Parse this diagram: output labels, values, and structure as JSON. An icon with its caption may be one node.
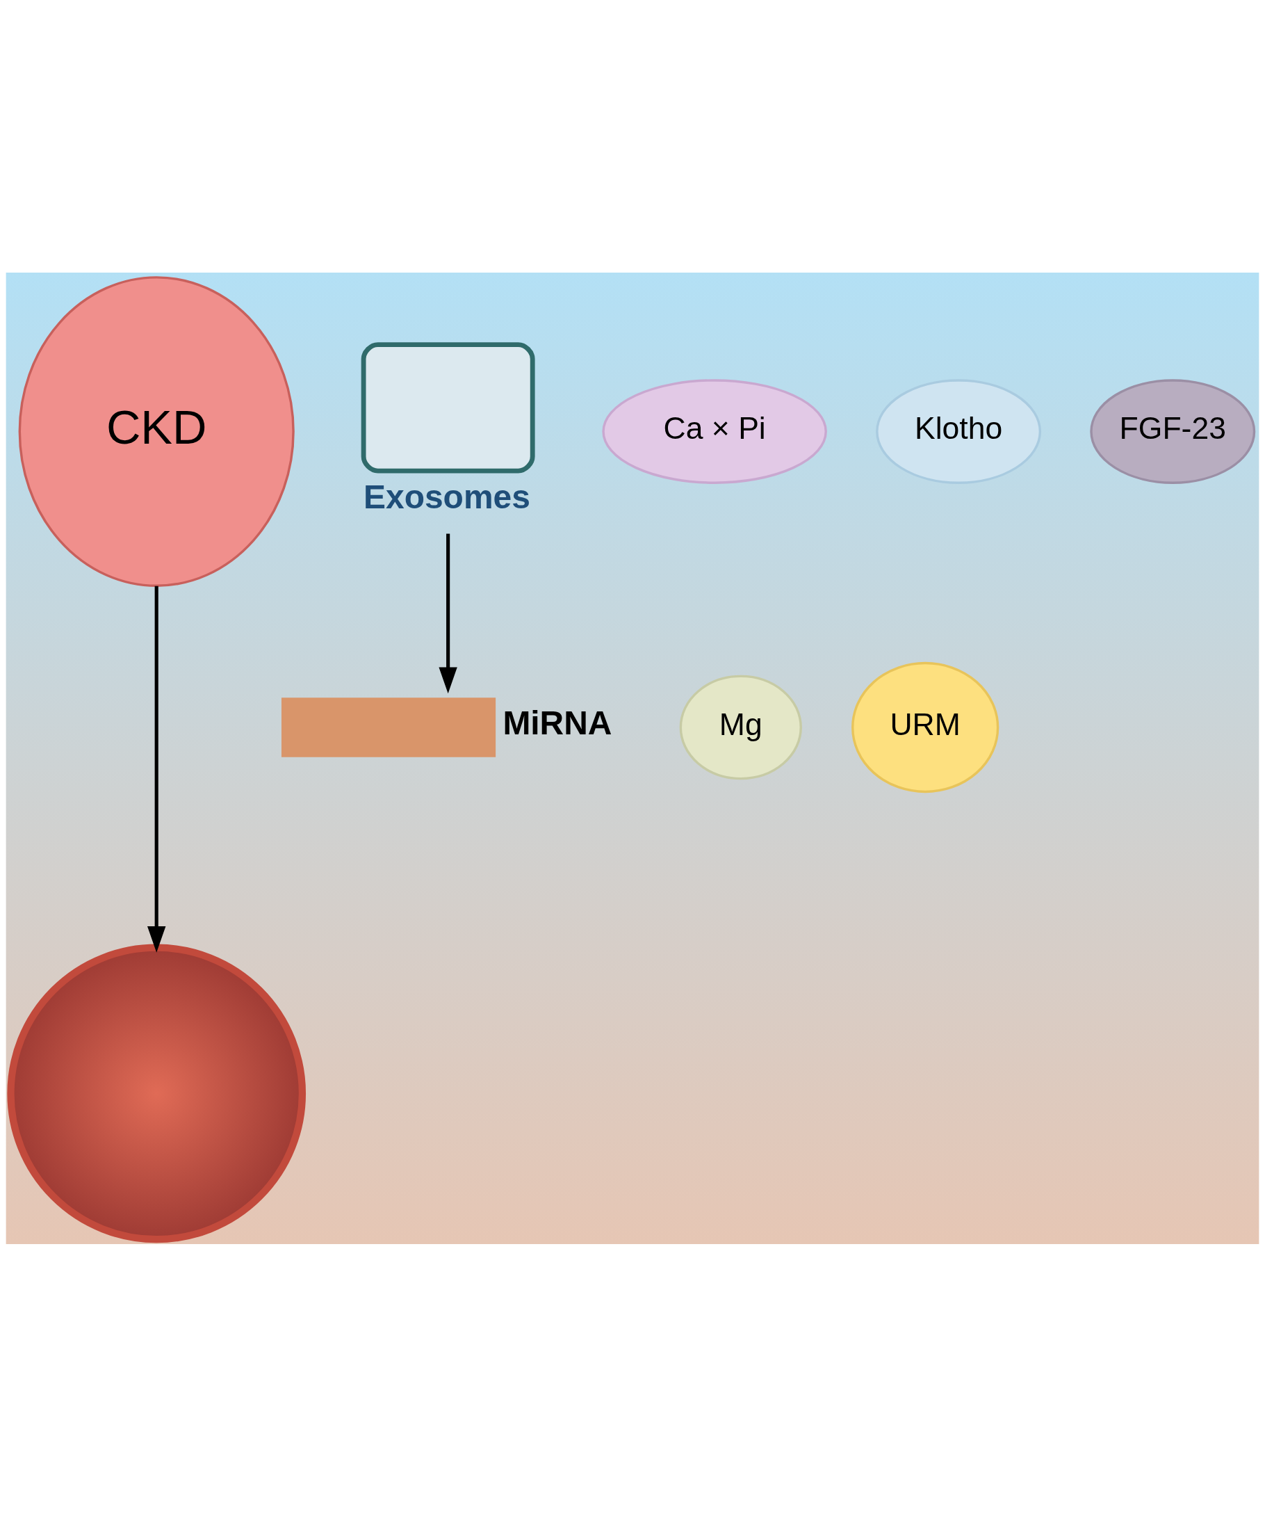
{
  "diagram": {
    "nodes": [
      {
        "text": [
          "CKD"
        ]
      },
      {
        "text": [
          "Exosomes"
        ]
      },
      {
        "text": [
          "MiRNA"
        ]
      },
      {
        "text": [
          "Ca × Pi"
        ]
      },
      {
        "text": [
          "Klotho"
        ]
      },
      {
        "text": [
          "FGF-23"
        ]
      },
      {
        "text": [
          "Mg"
        ]
      },
      {
        "text": [
          "URM"
        ]
      },
      {
        "text": [],
        "shape": "picture"
      }
    ],
    "edges": [
      {
        "from": 0,
        "to": 8,
        "arrow": "to"
      },
      {
        "from": 1,
        "to": 2,
        "arrow": "to"
      }
    ]
  }
}
